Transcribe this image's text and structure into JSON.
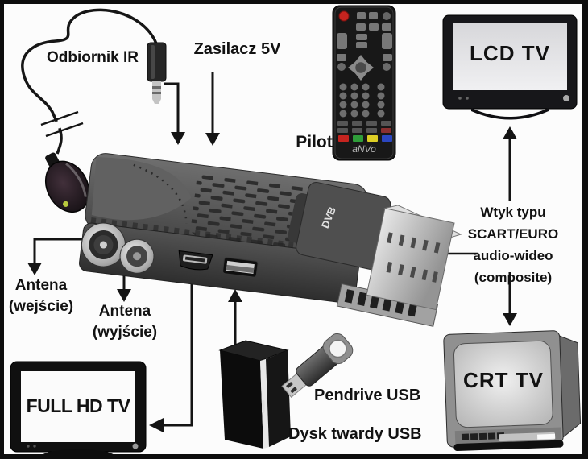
{
  "diagram": {
    "labels": {
      "ir_receiver": "Odbiornik IR",
      "power_supply": "Zasilacz 5V",
      "remote": "Pilot",
      "lcd_tv": "LCD TV",
      "scart_line1": "Wtyk typu SCART/EURO",
      "scart_line2": "audio-wideo",
      "scart_line3": "(composite)",
      "antenna_in_line1": "Antena",
      "antenna_in_line2": "(wejście)",
      "antenna_out_line1": "Antena",
      "antenna_out_line2": "(wyjście)",
      "full_hd_tv": "FULL HD TV",
      "crt_tv": "CRT TV",
      "pendrive": "Pendrive USB",
      "hard_drive": "Dysk twardy USB"
    },
    "device_markings": {
      "scart_logo": "DVB",
      "remote_brand": "aNVo"
    },
    "colors": {
      "background": "#fcfcfc",
      "frame": "#0d0d0d",
      "arrow": "#141414",
      "remote_button_red": "#c5241f",
      "remote_button_green": "#2f9e3a",
      "remote_button_yellow": "#ddce25",
      "remote_button_blue": "#2b46c0"
    }
  }
}
